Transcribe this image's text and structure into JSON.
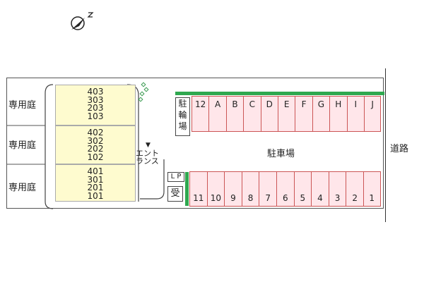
{
  "compass": {
    "north_label": "N",
    "icon": "compass-icon"
  },
  "gardens": [
    "専用庭",
    "専用庭",
    "専用庭"
  ],
  "buildings": [
    {
      "units": [
        "403",
        "303",
        "203",
        "103"
      ]
    },
    {
      "units": [
        "402",
        "302",
        "202",
        "102"
      ]
    },
    {
      "units": [
        "401",
        "301",
        "201",
        "101"
      ]
    }
  ],
  "entrance": {
    "line1": "エント",
    "line2": "ランス"
  },
  "bicycle": {
    "chars": [
      "駐",
      "輪",
      "場"
    ]
  },
  "parking": {
    "label": "駐車場",
    "top_spaces": [
      "12",
      "A",
      "B",
      "C",
      "D",
      "E",
      "F",
      "G",
      "H",
      "I",
      "J"
    ],
    "bottom_spaces": [
      "11",
      "10",
      "9",
      "8",
      "7",
      "6",
      "5",
      "4",
      "3",
      "2",
      "1"
    ]
  },
  "lp_label": "L P",
  "mailbox_label": "受",
  "road_label": "道路",
  "colors": {
    "parking_fill": "#ffe6ea",
    "parking_border": "#cc5566",
    "building_fill": "#fefbcf",
    "green_bar": "#2fa84f"
  }
}
